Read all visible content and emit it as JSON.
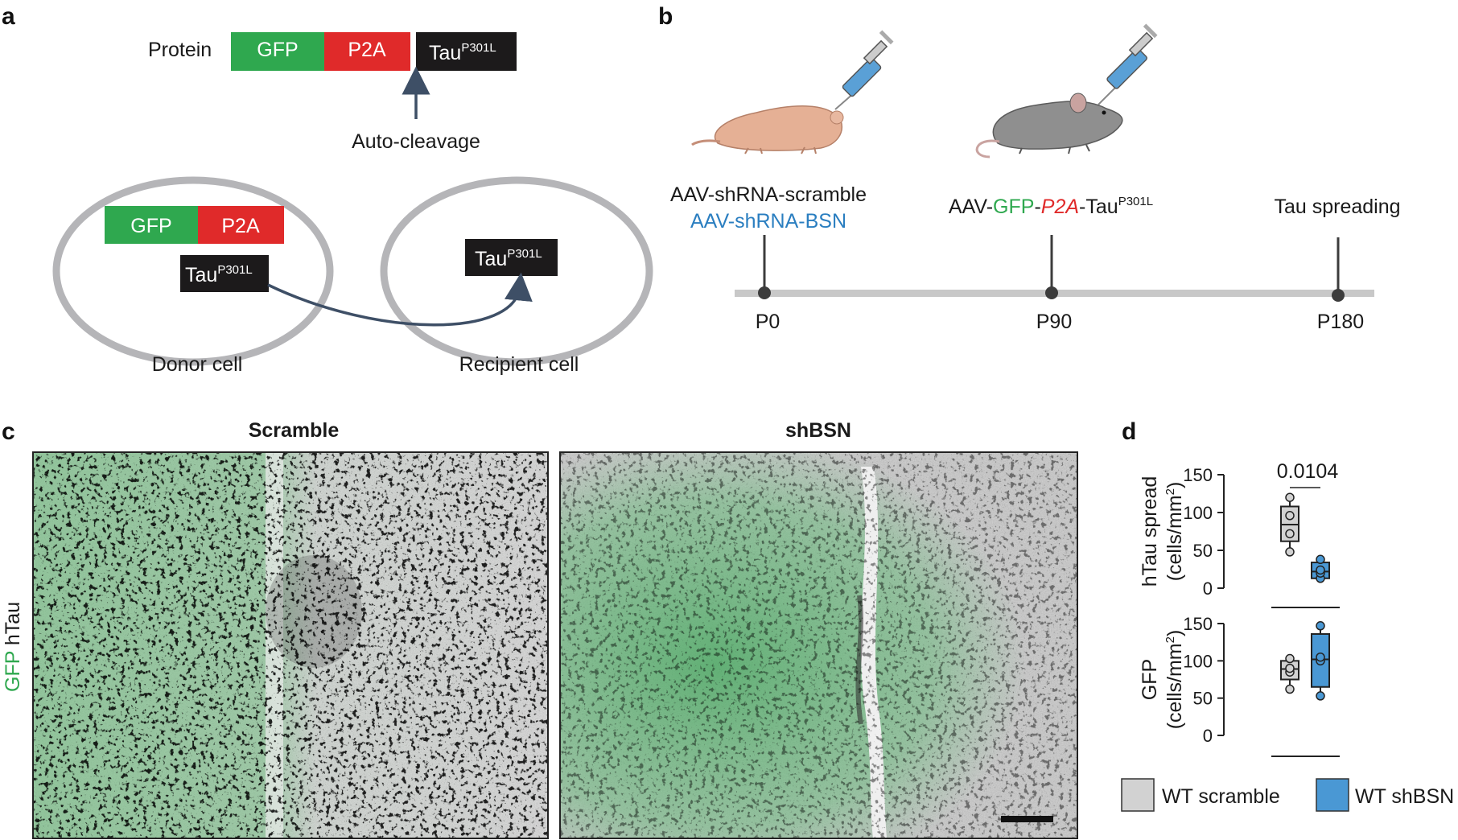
{
  "panel_labels": {
    "a": "a",
    "b": "b",
    "c": "c",
    "d": "d"
  },
  "colors": {
    "gfp": "#2fa84f",
    "p2a": "#e02a2a",
    "tau": "#1c1a1b",
    "arrow": "#3e4f66",
    "cell_outline": "#b5b5b8",
    "shbsn_text": "#2a7ec0",
    "timeline": "#c8c8c8",
    "scramble_fill": "#d2d2d2",
    "shbsn_fill": "#4a98d4"
  },
  "panel_a": {
    "protein_label": "Protein",
    "gfp": "GFP",
    "p2a": "P2A",
    "tau": "Tau",
    "tau_sup": "P301L",
    "auto_cleavage": "Auto-cleavage",
    "donor_cell": "Donor cell",
    "recipient_cell": "Recipient cell"
  },
  "panel_b": {
    "label_p0_line1": "AAV-shRNA-scramble",
    "label_p0_line2": "AAV-shRNA-BSN",
    "label_p90_prefix": "AAV-",
    "label_p90_gfp": "GFP",
    "label_p90_dash": "-",
    "label_p90_p2a": "P2A",
    "label_p90_tau": "-Tau",
    "label_p90_sup": "P301L",
    "label_p180": "Tau spreading",
    "timepoints": [
      "P0",
      "P90",
      "P180"
    ],
    "icons": [
      "pup-mouse-icon",
      "adult-mouse-icon",
      "syringe-icon"
    ]
  },
  "panel_c": {
    "scramble_title": "Scramble",
    "shbsn_title": "shBSN",
    "ylabel_gfp": "GFP",
    "ylabel_htau": " hTau"
  },
  "chart_data": [
    {
      "type": "box",
      "ylabel_line1": "hTau spread",
      "ylabel_line2": "(cells/mm",
      "ylabel_sup": "2",
      "ylabel_close": ")",
      "ylim": [
        0,
        150
      ],
      "yticks": [
        "0",
        "50",
        "100",
        "150"
      ],
      "annotation": "0.0104",
      "groups": [
        {
          "name": "WT scramble",
          "points": [
            48,
            72,
            96,
            120
          ],
          "q1": 62,
          "median": 84,
          "q3": 108,
          "whisker_low": 48,
          "whisker_high": 120
        },
        {
          "name": "WT shBSN",
          "points": [
            13,
            20,
            24,
            38
          ],
          "q1": 13,
          "median": 22,
          "q3": 34,
          "whisker_low": 13,
          "whisker_high": 38
        }
      ]
    },
    {
      "type": "box",
      "ylabel_line1": "GFP",
      "ylabel_line2": "(cells/mm",
      "ylabel_sup": "2",
      "ylabel_close": ")",
      "ylim": [
        0,
        150
      ],
      "yticks": [
        "0",
        "50",
        "100",
        "150"
      ],
      "groups": [
        {
          "name": "WT scramble",
          "points": [
            62,
            85,
            90,
            103
          ],
          "q1": 75,
          "median": 89,
          "q3": 100,
          "whisker_low": 62,
          "whisker_high": 103
        },
        {
          "name": "WT shBSN",
          "points": [
            53,
            100,
            105,
            147
          ],
          "q1": 65,
          "median": 102,
          "q3": 136,
          "whisker_low": 53,
          "whisker_high": 147
        }
      ]
    }
  ],
  "legend": [
    {
      "label": "WT scramble"
    },
    {
      "label": "WT shBSN"
    }
  ]
}
